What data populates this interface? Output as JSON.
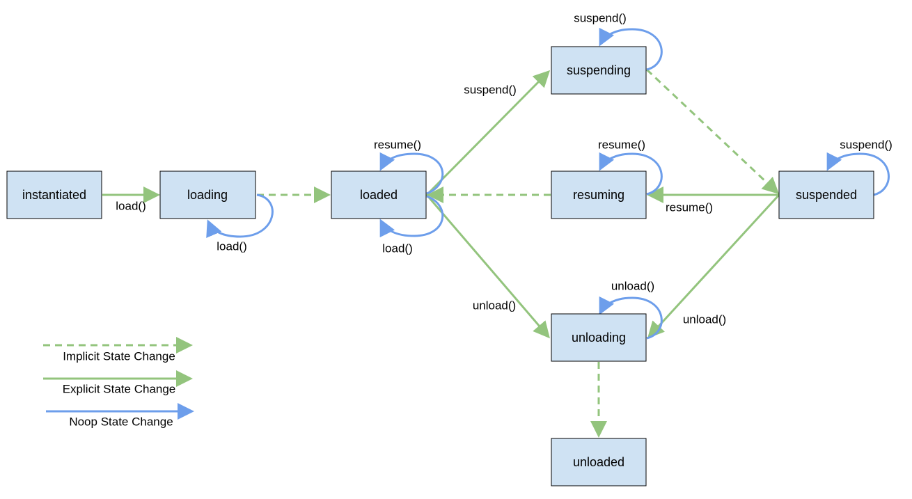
{
  "colors": {
    "state_fill": "#cfe2f3",
    "state_border": "#000000",
    "state_change_green": "#93c47d",
    "noop_blue": "#6d9eeb"
  },
  "states": {
    "instantiated": "instantiated",
    "loading": "loading",
    "loaded": "loaded",
    "suspending": "suspending",
    "resuming": "resuming",
    "suspended": "suspended",
    "unloading": "unloading",
    "unloaded": "unloaded"
  },
  "transitions": [
    {
      "from": "instantiated",
      "to": "loading",
      "kind": "explicit",
      "label": "load()"
    },
    {
      "from": "loading",
      "to": "loading",
      "kind": "noop",
      "label": "load()"
    },
    {
      "from": "loading",
      "to": "loaded",
      "kind": "implicit",
      "label": ""
    },
    {
      "from": "loaded",
      "to": "loaded",
      "kind": "noop",
      "label": "resume()"
    },
    {
      "from": "loaded",
      "to": "loaded",
      "kind": "noop",
      "label": "load()"
    },
    {
      "from": "loaded",
      "to": "suspending",
      "kind": "explicit",
      "label": "suspend()"
    },
    {
      "from": "loaded",
      "to": "unloading",
      "kind": "explicit",
      "label": "unload()"
    },
    {
      "from": "suspending",
      "to": "suspending",
      "kind": "noop",
      "label": "suspend()"
    },
    {
      "from": "suspending",
      "to": "suspended",
      "kind": "implicit",
      "label": ""
    },
    {
      "from": "resuming",
      "to": "resuming",
      "kind": "noop",
      "label": "resume()"
    },
    {
      "from": "resuming",
      "to": "loaded",
      "kind": "implicit",
      "label": ""
    },
    {
      "from": "suspended",
      "to": "suspended",
      "kind": "noop",
      "label": "suspend()"
    },
    {
      "from": "suspended",
      "to": "resuming",
      "kind": "explicit",
      "label": "resume()"
    },
    {
      "from": "suspended",
      "to": "unloading",
      "kind": "explicit",
      "label": "unload()"
    },
    {
      "from": "unloading",
      "to": "unloading",
      "kind": "noop",
      "label": "unload()"
    },
    {
      "from": "unloading",
      "to": "unloaded",
      "kind": "implicit",
      "label": ""
    }
  ],
  "legend": {
    "implicit": "Implicit State Change",
    "explicit": "Explicit State Change",
    "noop": "Noop State Change"
  }
}
